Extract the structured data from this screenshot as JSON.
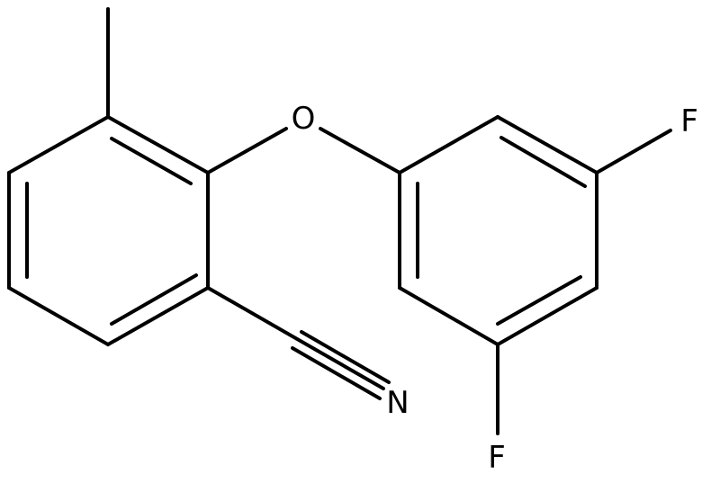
{
  "molecule": {
    "atom_labels": {
      "oxygen": "O",
      "nitrogen": "N",
      "fluorine_top": "F",
      "fluorine_bottom": "F"
    },
    "colors": {
      "bond": "#000000",
      "label": "#000000",
      "background": "#ffffff"
    }
  }
}
